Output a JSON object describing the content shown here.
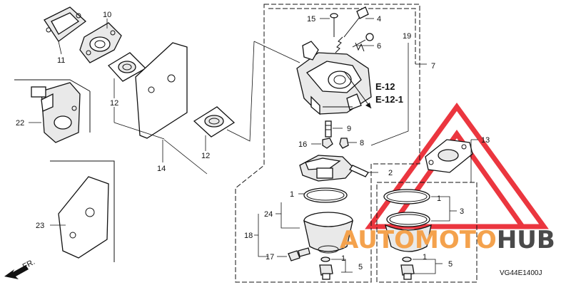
{
  "diagram_code": "VG44E1400J",
  "front_marker": "FR.",
  "references": [
    "E-12",
    "E-12-1"
  ],
  "watermark": {
    "text_prefix": "AUTO",
    "text_middle": "MOTO",
    "text_suffix": "HUB",
    "color_prefix": "#f4a24d",
    "color_middle": "#f4a24d",
    "color_suffix": "#4a4a4a",
    "triangle_color": "#e8141e"
  },
  "callouts": {
    "c1a": "1",
    "c1b": "1",
    "c1c": "1",
    "c1d": "1",
    "c2": "2",
    "c3": "3",
    "c4": "4",
    "c5a": "5",
    "c5b": "5",
    "c6": "6",
    "c7": "7",
    "c8": "8",
    "c9": "9",
    "c10": "10",
    "c11": "11",
    "c12a": "12",
    "c12b": "12",
    "c13": "13",
    "c14": "14",
    "c15": "15",
    "c16": "16",
    "c17": "17",
    "c18": "18",
    "c19": "19",
    "c22": "22",
    "c23": "23",
    "c24": "24"
  }
}
